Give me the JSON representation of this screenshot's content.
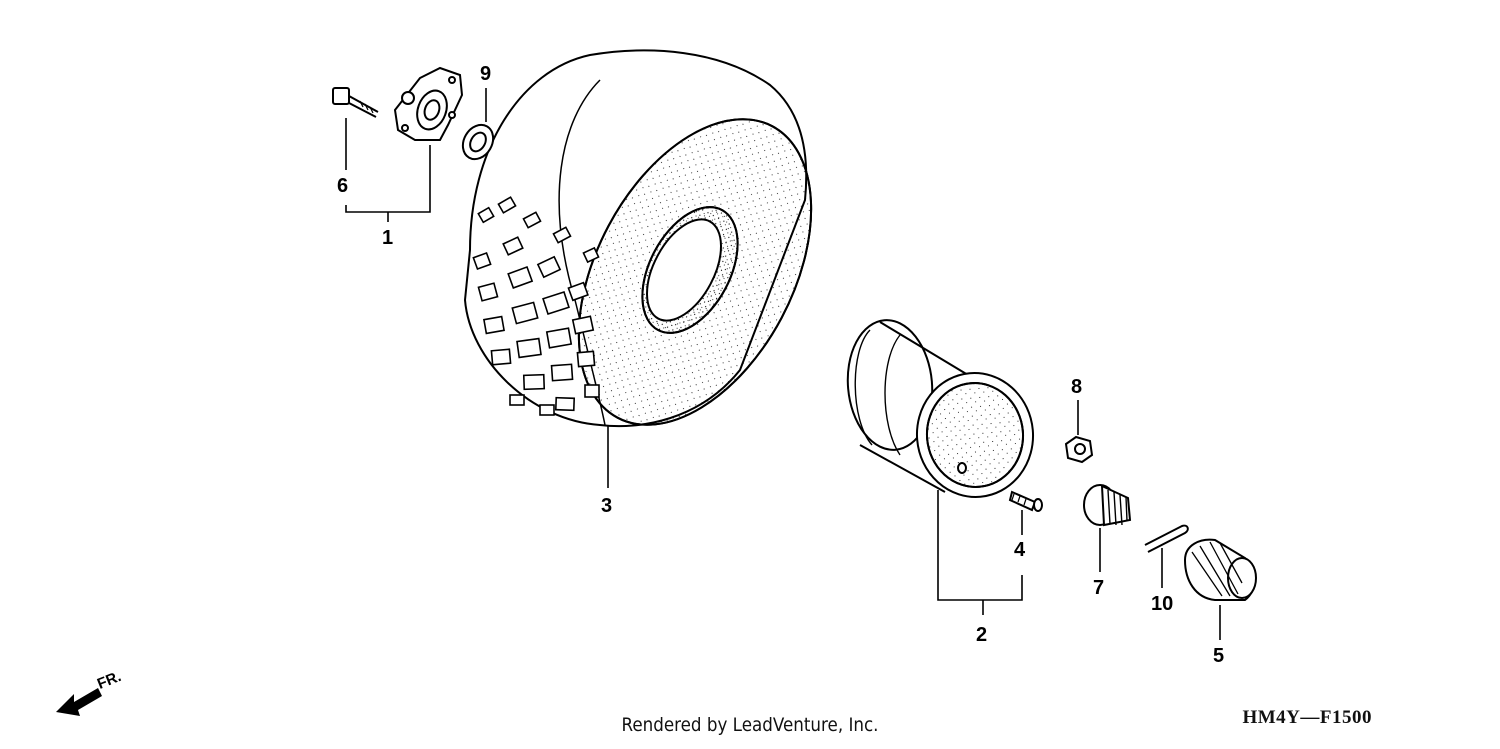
{
  "diagram": {
    "callouts": {
      "c1": "1",
      "c2": "2",
      "c3": "3",
      "c4": "4",
      "c5": "5",
      "c6": "6",
      "c7": "7",
      "c8": "8",
      "c9": "9",
      "c10": "10"
    },
    "front_indicator": "FR.",
    "footer_credit": "Rendered by LeadVenture, Inc.",
    "diagram_code": "HM4Y—F1500"
  }
}
